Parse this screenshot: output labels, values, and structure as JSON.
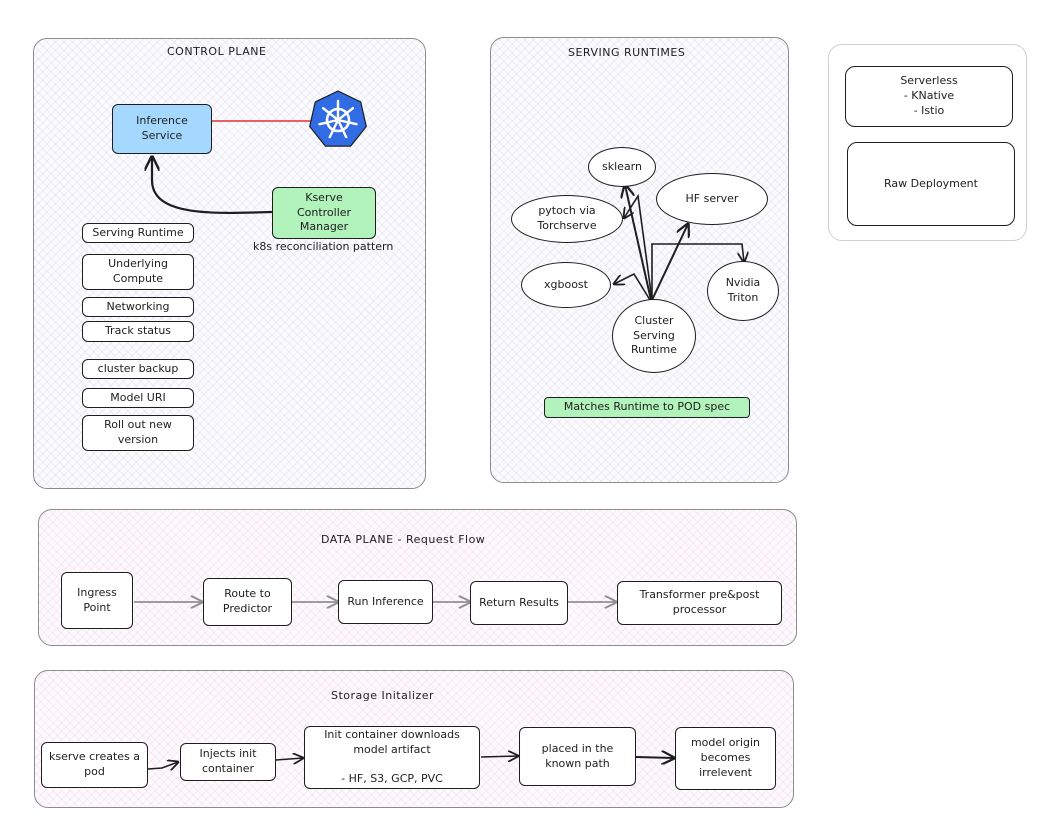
{
  "control_plane": {
    "title": "CONTROL PLANE",
    "inference_service": "Inference\nService",
    "controller": "Kserve\nController\nManager",
    "reconciliation_label": "k8s reconciliation pattern",
    "tasks": [
      "Serving Runtime",
      "Underlying\nCompute",
      "Networking",
      "Track status",
      "cluster backup",
      "Model URI",
      "Roll out new\nversion"
    ]
  },
  "serving_runtimes": {
    "title": "SERVING RUNTIMES",
    "sklearn": "sklearn",
    "pytorch": "pytoch via\nTorchserve",
    "hf": "HF server",
    "xgboost": "xgboost",
    "triton": "Nvidia\nTriton",
    "cluster": "Cluster\nServing\nRuntime",
    "matches": "Matches  Runtime to POD spec"
  },
  "deploy_modes": {
    "serverless": "Serverless\n- KNative\n- Istio",
    "raw": "Raw Deployment"
  },
  "data_plane": {
    "title": "DATA PLANE - Request Flow",
    "steps": [
      "Ingress\nPoint",
      "Route to\nPredictor",
      "Run Inference",
      "Return Results",
      "Transformer pre&post\nprocessor"
    ]
  },
  "storage": {
    "title": "Storage Initalizer",
    "steps": [
      "kserve creates a\npod",
      "Injects init\ncontainer",
      "Init container downloads\nmodel artifact\n\n- HF, S3, GCP, PVC",
      "placed in the\nknown path",
      "model origin\nbecomes\nirrelevent"
    ]
  },
  "colors": {
    "blue": "#a5d8ff",
    "green": "#b2f2bb",
    "k8s_blue": "#326ce5",
    "red_arrow": "#e03131"
  }
}
